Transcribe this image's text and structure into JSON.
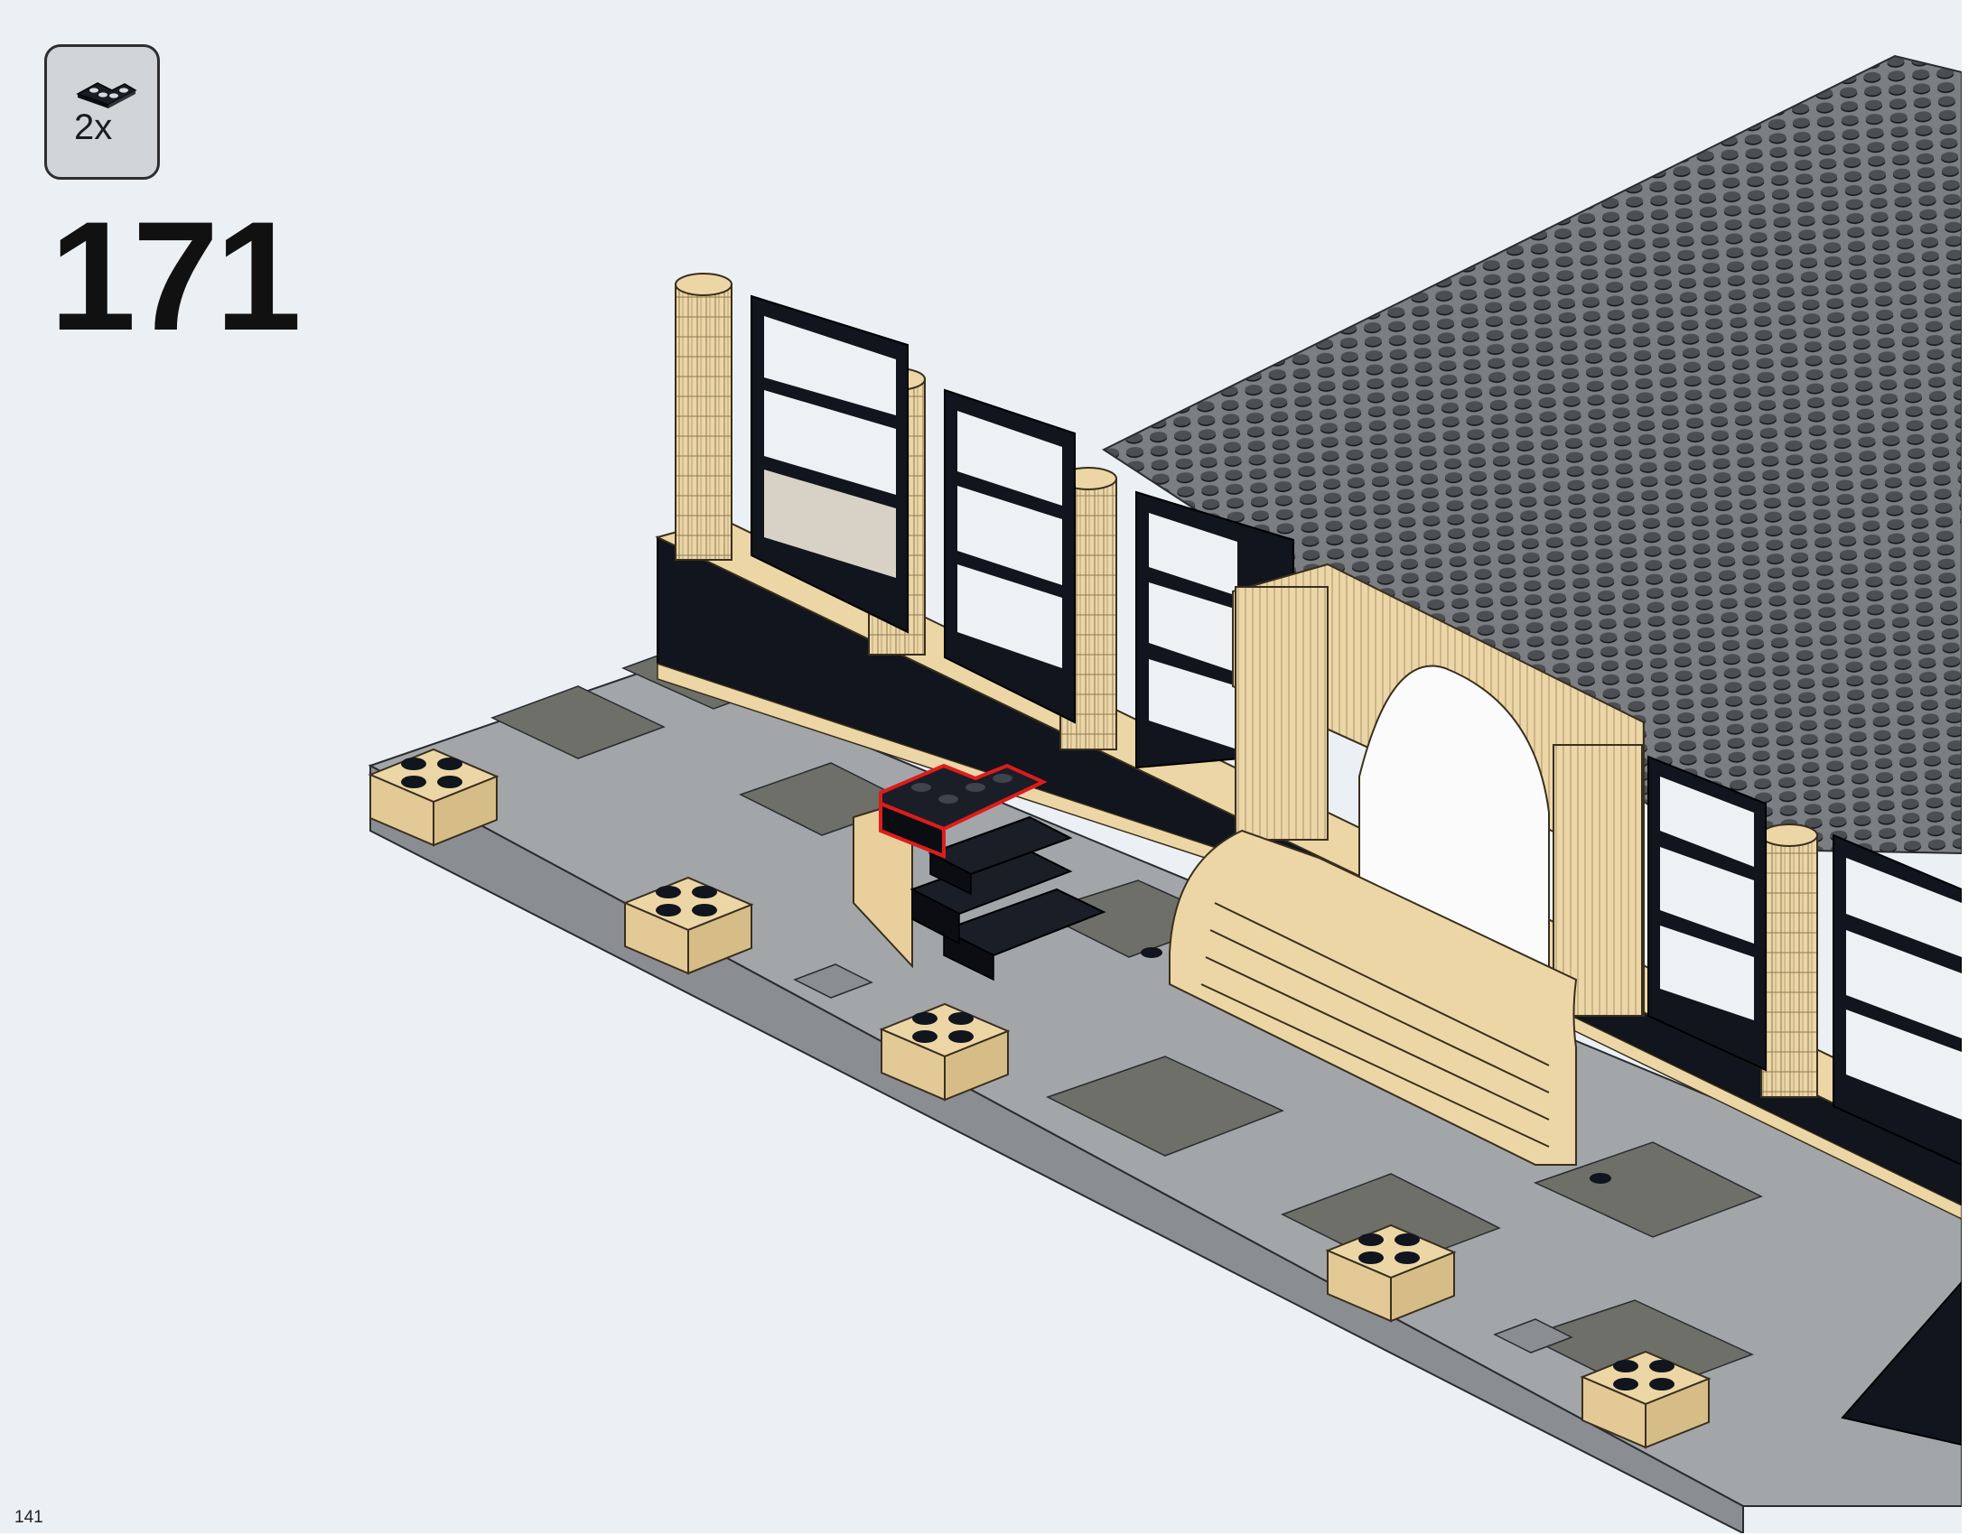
{
  "instruction": {
    "step_number": "171",
    "page_number": "141",
    "parts_callout": {
      "quantity": "2x",
      "part_icon": "plate-2x2-corner-icon"
    },
    "highlight_color": "#e01b1b"
  },
  "colors": {
    "baseplate": "#7b7e82",
    "tan": "#ecd6a6",
    "black": "#11151d",
    "tile_dark": "#6e6f68",
    "tile_light": "#a2a6a9",
    "window_glass": "#f2f4f5"
  }
}
